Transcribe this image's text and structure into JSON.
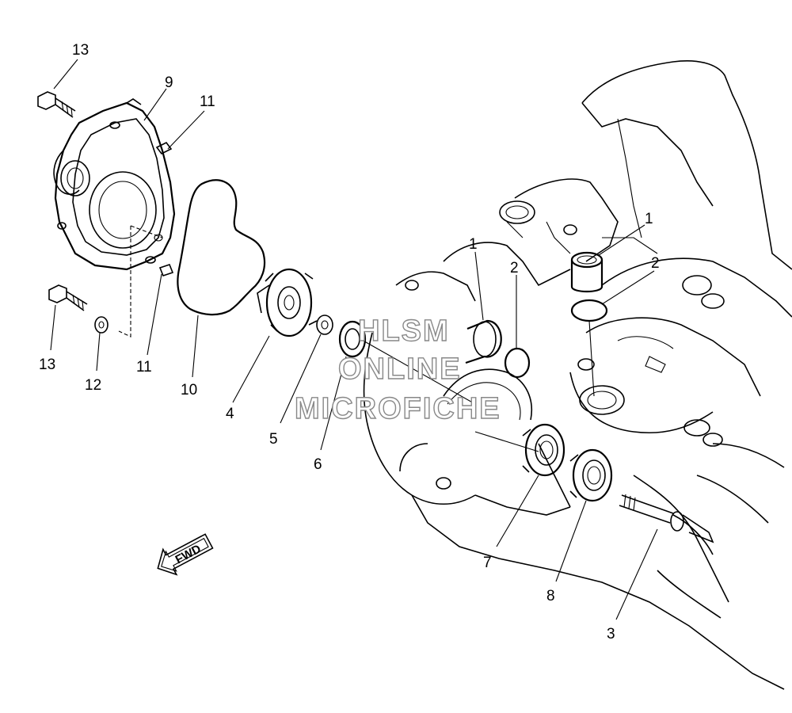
{
  "callouts": [
    {
      "id": "c13a",
      "label": "13"
    },
    {
      "id": "c9",
      "label": "9"
    },
    {
      "id": "c11a",
      "label": "11"
    },
    {
      "id": "c13b",
      "label": "13"
    },
    {
      "id": "c12",
      "label": "12"
    },
    {
      "id": "c11b",
      "label": "11"
    },
    {
      "id": "c10",
      "label": "10"
    },
    {
      "id": "c4",
      "label": "4"
    },
    {
      "id": "c5",
      "label": "5"
    },
    {
      "id": "c6",
      "label": "6"
    },
    {
      "id": "c1a",
      "label": "1"
    },
    {
      "id": "c2a",
      "label": "2"
    },
    {
      "id": "c1b",
      "label": "1"
    },
    {
      "id": "c2b",
      "label": "2"
    },
    {
      "id": "c7",
      "label": "7"
    },
    {
      "id": "c8",
      "label": "8"
    },
    {
      "id": "c3",
      "label": "3"
    }
  ],
  "direction_arrow": {
    "label": "FWD"
  },
  "watermark": {
    "line1": "HLSM",
    "line2": "ONLINE",
    "line3": "MICROFICHE"
  }
}
